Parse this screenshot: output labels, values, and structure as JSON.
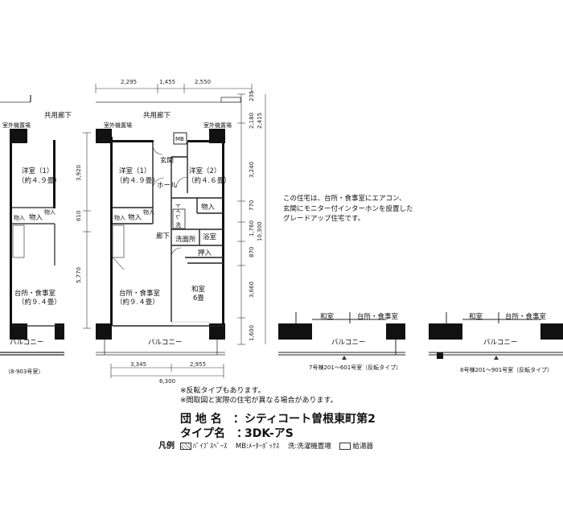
{
  "dims_top": [
    "2,295",
    "1,455",
    "2,550"
  ],
  "dims_right": [
    "235",
    "2,180",
    "2,415",
    "3,240",
    "3,920",
    "770",
    "610",
    "1,760",
    "10,300",
    "870",
    "5,770",
    "3,660",
    "1,600"
  ],
  "dims_bottom": [
    "3,345",
    "2,955",
    "6,300"
  ],
  "rooms": {
    "corridor": "共用廊下",
    "outdoor_unit": "室外機置場",
    "mb": "MB",
    "entrance": "玄関",
    "western1": "洋室（1）",
    "western1_size": "（約４.９畳）",
    "western2": "洋室（2）",
    "western2_size": "（約４.６畳）",
    "hall": "ホール",
    "toilet": "トイレ",
    "storage": "物入",
    "wash_mark": "洗",
    "hallway": "廊下",
    "washroom": "洗面所",
    "bath": "浴室",
    "closet": "押入",
    "kitchen": "台所・食事室",
    "kitchen_size": "（約９.４畳）",
    "japanese": "和室",
    "japanese_size": "6畳",
    "balcony": "バルコニー"
  },
  "left_unit_caption": "（8-903号室）",
  "note_lines": [
    "この住宅は、台所・食事室にエアコン、",
    "玄関にモニター付インターホンを設置した",
    "グレードアップ住宅です。"
  ],
  "variant1_caption": "7号棟201～601号室（反転タイプ）",
  "variant2_caption": "8号棟201～901号室（反転タイプ）",
  "remarks": [
    "※反転タイプもあります。",
    "※間取図と実際の住宅が異なる場合があります。"
  ],
  "estate_label": "団 地 名　：",
  "estate_name": "シティコート曽根東町第2",
  "type_label": "タイプ名　：",
  "type_name": "3DK-アS",
  "legend_title": "凡例",
  "legend_items": [
    "ﾊﾟｲﾌﾟｽﾍﾟｰｽ",
    "MB:ﾒｰﾀｰﾎﾞｯｸｽ",
    "洗:洗濯機置場",
    "給湯器"
  ]
}
